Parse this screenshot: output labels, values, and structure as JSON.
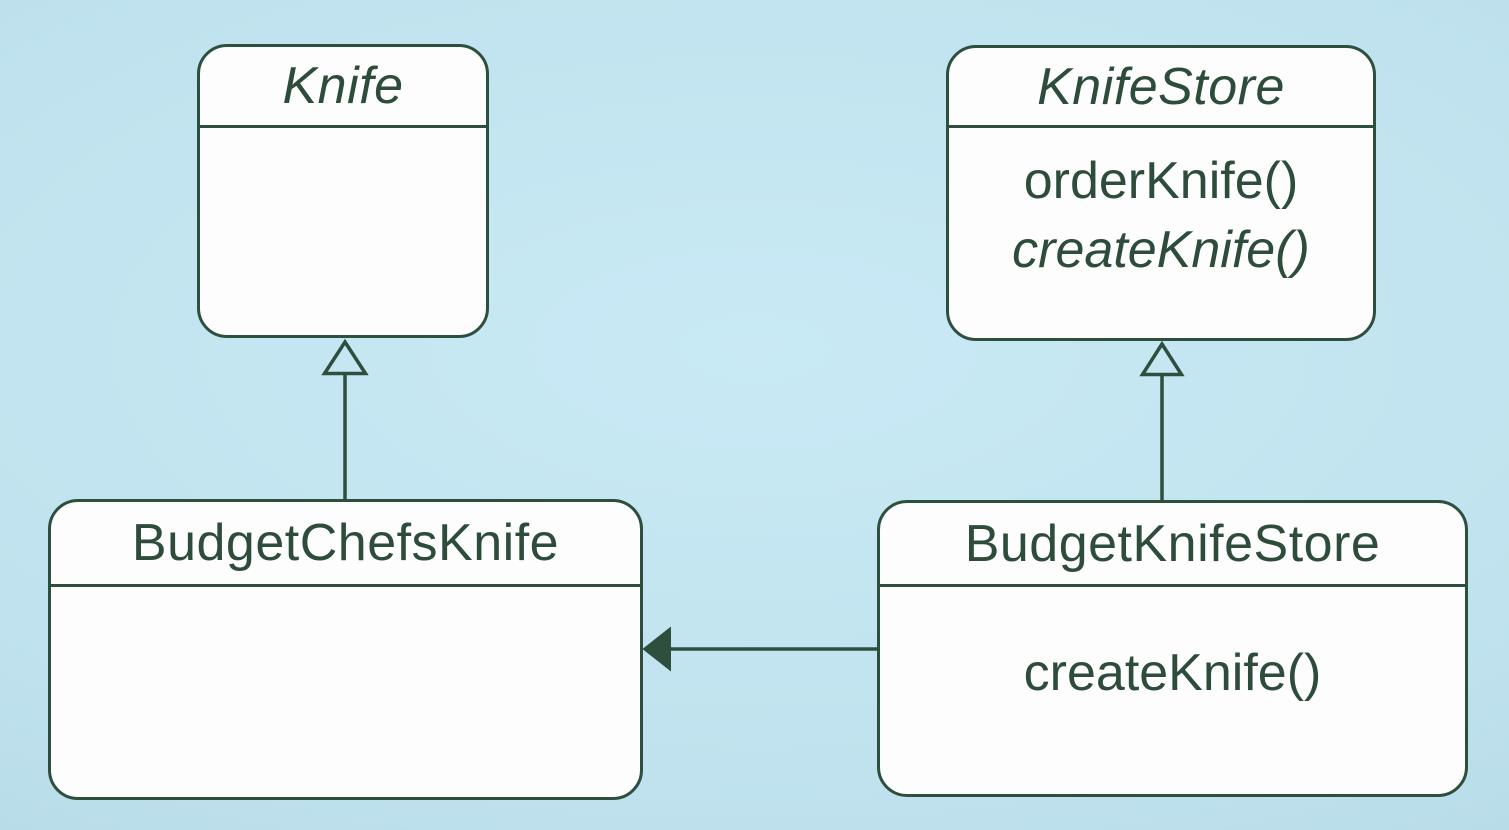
{
  "colors": {
    "line": "#2e4e3e",
    "text": "#2d4c3b",
    "box_fill": "#fcfdfc",
    "background_center": "#c9eaf5",
    "background_edge": "#b0d5e1"
  },
  "classes": [
    {
      "id": "knife",
      "name": "Knife",
      "name_style": "italic",
      "methods": []
    },
    {
      "id": "knife-store",
      "name": "KnifeStore",
      "name_style": "italic",
      "methods": [
        {
          "text": "orderKnife()",
          "style": "normal"
        },
        {
          "text": "createKnife()",
          "style": "italic"
        }
      ]
    },
    {
      "id": "budget-chefs-knife",
      "name": "BudgetChefsKnife",
      "name_style": "normal",
      "methods": []
    },
    {
      "id": "budget-knife-store",
      "name": "BudgetKnifeStore",
      "name_style": "normal",
      "methods": [
        {
          "text": "createKnife()",
          "style": "normal"
        }
      ]
    }
  ],
  "relationships": [
    {
      "type": "generalization",
      "from": "BudgetChefsKnife",
      "to": "Knife",
      "arrowhead": "hollow-triangle",
      "direction": "up"
    },
    {
      "type": "generalization",
      "from": "BudgetKnifeStore",
      "to": "KnifeStore",
      "arrowhead": "hollow-triangle",
      "direction": "up"
    },
    {
      "type": "association",
      "from": "BudgetKnifeStore",
      "to": "BudgetChefsKnife",
      "arrowhead": "filled-triangle",
      "direction": "left"
    }
  ]
}
